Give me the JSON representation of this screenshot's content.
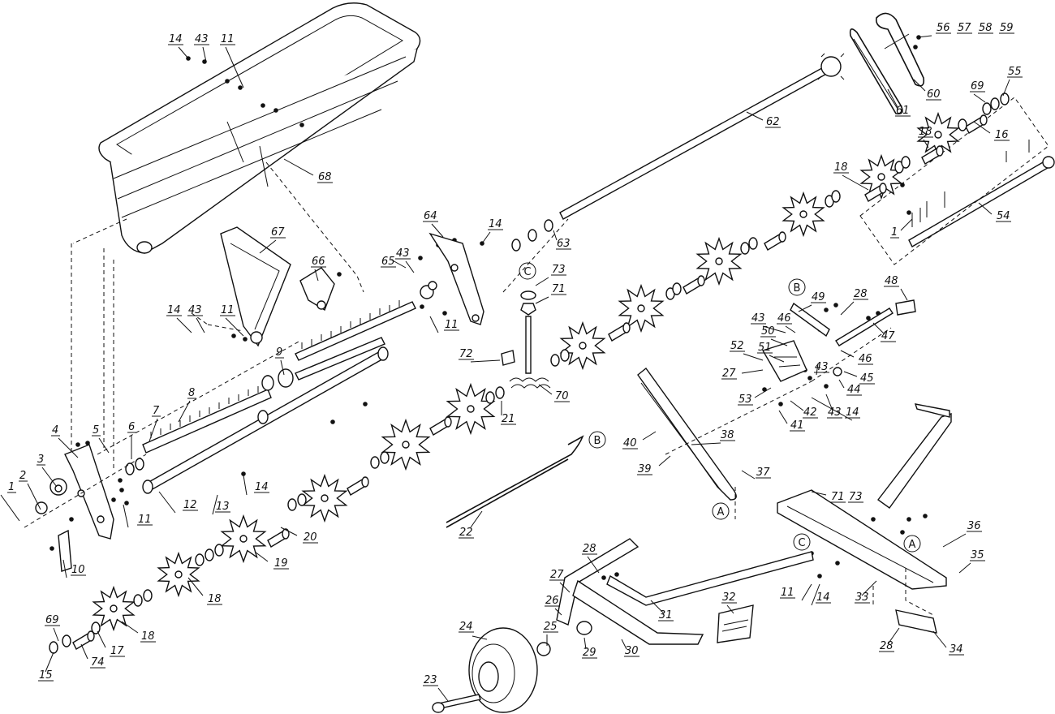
{
  "callouts": [
    {
      "id": "c1a",
      "text": "1"
    },
    {
      "id": "c2",
      "text": "2"
    },
    {
      "id": "c3",
      "text": "3"
    },
    {
      "id": "c4",
      "text": "4"
    },
    {
      "id": "c5",
      "text": "5"
    },
    {
      "id": "c6",
      "text": "6"
    },
    {
      "id": "c7",
      "text": "7"
    },
    {
      "id": "c8",
      "text": "8"
    },
    {
      "id": "c9",
      "text": "9"
    },
    {
      "id": "c10",
      "text": "10"
    },
    {
      "id": "c11a",
      "text": "11"
    },
    {
      "id": "c11b",
      "text": "11"
    },
    {
      "id": "c11c",
      "text": "11"
    },
    {
      "id": "c11d",
      "text": "11"
    },
    {
      "id": "c11e",
      "text": "11"
    },
    {
      "id": "c12",
      "text": "12"
    },
    {
      "id": "c13",
      "text": "13"
    },
    {
      "id": "c14a",
      "text": "14"
    },
    {
      "id": "c14b",
      "text": "14"
    },
    {
      "id": "c14c",
      "text": "14"
    },
    {
      "id": "c14d",
      "text": "14"
    },
    {
      "id": "c14e",
      "text": "14"
    },
    {
      "id": "c14f",
      "text": "14"
    },
    {
      "id": "c15",
      "text": "15"
    },
    {
      "id": "c16",
      "text": "16"
    },
    {
      "id": "c17",
      "text": "17"
    },
    {
      "id": "c18a",
      "text": "18"
    },
    {
      "id": "c18b",
      "text": "18"
    },
    {
      "id": "c18c",
      "text": "18"
    },
    {
      "id": "c18d",
      "text": "18"
    },
    {
      "id": "c19",
      "text": "19"
    },
    {
      "id": "c20",
      "text": "20"
    },
    {
      "id": "c21",
      "text": "21"
    },
    {
      "id": "c22",
      "text": "22"
    },
    {
      "id": "c23",
      "text": "23"
    },
    {
      "id": "c24",
      "text": "24"
    },
    {
      "id": "c25",
      "text": "25"
    },
    {
      "id": "c26",
      "text": "26"
    },
    {
      "id": "c27a",
      "text": "27"
    },
    {
      "id": "c27b",
      "text": "27"
    },
    {
      "id": "c28a",
      "text": "28"
    },
    {
      "id": "c28b",
      "text": "28"
    },
    {
      "id": "c28c",
      "text": "28"
    },
    {
      "id": "c29",
      "text": "29"
    },
    {
      "id": "c30",
      "text": "30"
    },
    {
      "id": "c31",
      "text": "31"
    },
    {
      "id": "c32",
      "text": "32"
    },
    {
      "id": "c33",
      "text": "33"
    },
    {
      "id": "c34",
      "text": "34"
    },
    {
      "id": "c35",
      "text": "35"
    },
    {
      "id": "c36",
      "text": "36"
    },
    {
      "id": "c37",
      "text": "37"
    },
    {
      "id": "c38",
      "text": "38"
    },
    {
      "id": "c39",
      "text": "39"
    },
    {
      "id": "c40",
      "text": "40"
    },
    {
      "id": "c41",
      "text": "41"
    },
    {
      "id": "c42",
      "text": "42"
    },
    {
      "id": "c43a",
      "text": "43"
    },
    {
      "id": "c43b",
      "text": "43"
    },
    {
      "id": "c43c",
      "text": "43"
    },
    {
      "id": "c43d",
      "text": "43"
    },
    {
      "id": "c43e",
      "text": "43"
    },
    {
      "id": "c43f",
      "text": "43"
    },
    {
      "id": "c44",
      "text": "44"
    },
    {
      "id": "c45",
      "text": "45"
    },
    {
      "id": "c46a",
      "text": "46"
    },
    {
      "id": "c46b",
      "text": "46"
    },
    {
      "id": "c47",
      "text": "47"
    },
    {
      "id": "c48",
      "text": "48"
    },
    {
      "id": "c49",
      "text": "49"
    },
    {
      "id": "c50",
      "text": "50"
    },
    {
      "id": "c51",
      "text": "51"
    },
    {
      "id": "c52",
      "text": "52"
    },
    {
      "id": "c53",
      "text": "53"
    },
    {
      "id": "c54",
      "text": "54"
    },
    {
      "id": "c55",
      "text": "55"
    },
    {
      "id": "c56",
      "text": "56"
    },
    {
      "id": "c57",
      "text": "57"
    },
    {
      "id": "c58",
      "text": "58"
    },
    {
      "id": "c59",
      "text": "59"
    },
    {
      "id": "c60",
      "text": "60"
    },
    {
      "id": "c61",
      "text": "61"
    },
    {
      "id": "c62",
      "text": "62"
    },
    {
      "id": "c63",
      "text": "63"
    },
    {
      "id": "c64",
      "text": "64"
    },
    {
      "id": "c65",
      "text": "65"
    },
    {
      "id": "c66",
      "text": "66"
    },
    {
      "id": "c67",
      "text": "67"
    },
    {
      "id": "c68",
      "text": "68"
    },
    {
      "id": "c69a",
      "text": "69"
    },
    {
      "id": "c69b",
      "text": "69"
    },
    {
      "id": "c70",
      "text": "70"
    },
    {
      "id": "c71a",
      "text": "71"
    },
    {
      "id": "c71b",
      "text": "71"
    },
    {
      "id": "c72",
      "text": "72"
    },
    {
      "id": "c73a",
      "text": "73"
    },
    {
      "id": "c73b",
      "text": "73"
    },
    {
      "id": "c74",
      "text": "74"
    },
    {
      "id": "c1b",
      "text": "1"
    }
  ],
  "reference_markers": [
    {
      "id": "mA1",
      "text": "A"
    },
    {
      "id": "mA2",
      "text": "A"
    },
    {
      "id": "mB1",
      "text": "B"
    },
    {
      "id": "mB2",
      "text": "B"
    },
    {
      "id": "mC1",
      "text": "C"
    },
    {
      "id": "mC2",
      "text": "C"
    }
  ]
}
